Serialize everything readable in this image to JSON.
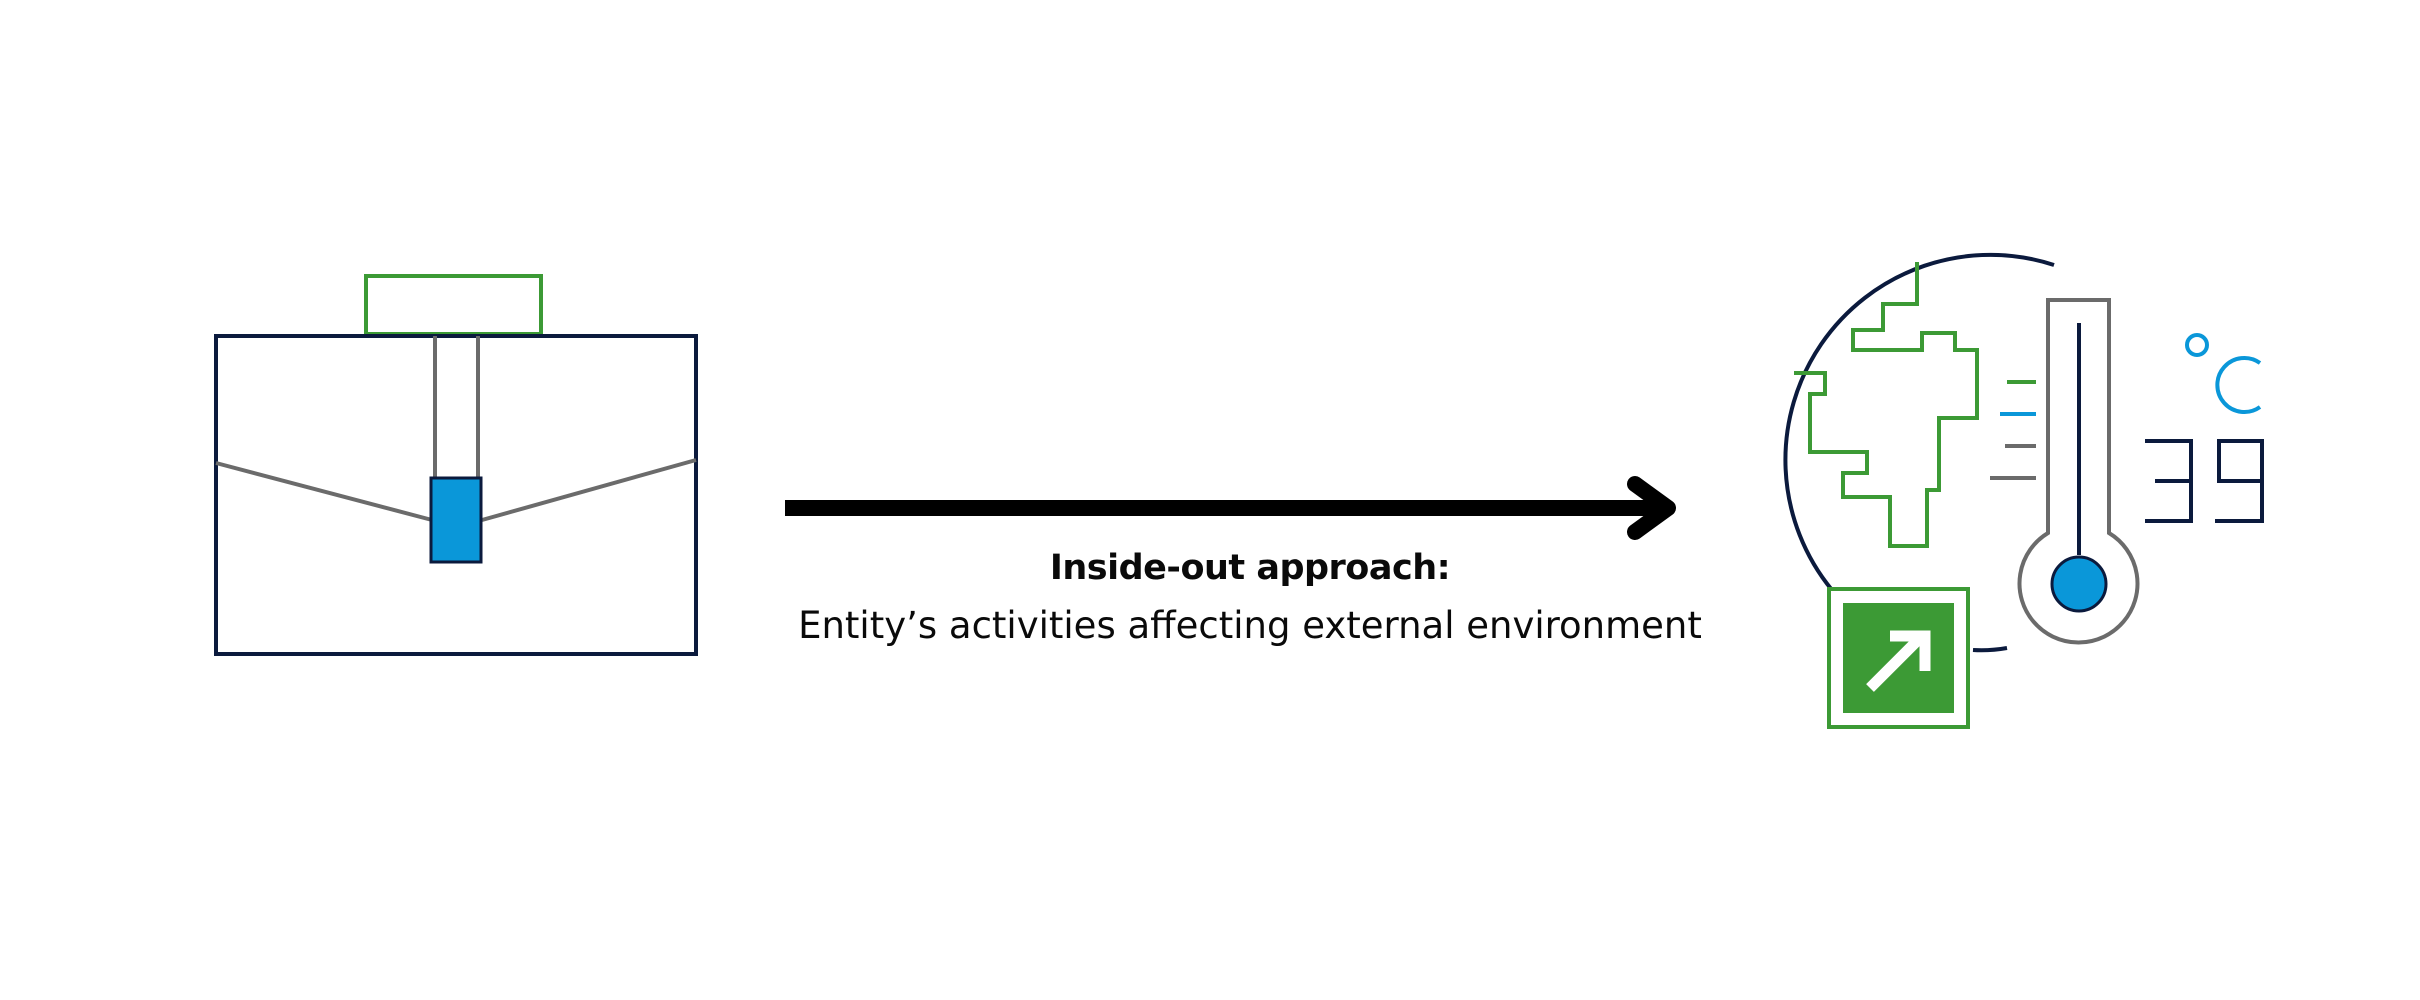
{
  "caption": {
    "title": "Inside-out approach:",
    "subtitle": "Entity’s activities affecting external environment"
  },
  "icons": {
    "left": "briefcase-icon",
    "connector": "arrow-right-icon",
    "right": "climate-temperature-icon"
  },
  "thermometer": {
    "reading": "39",
    "unit": "°C"
  },
  "colors": {
    "navy": "#0b1a3d",
    "green": "#3c9a35",
    "blue": "#0a97d9",
    "gray": "#6b6b6b",
    "arrow": "#000000"
  }
}
